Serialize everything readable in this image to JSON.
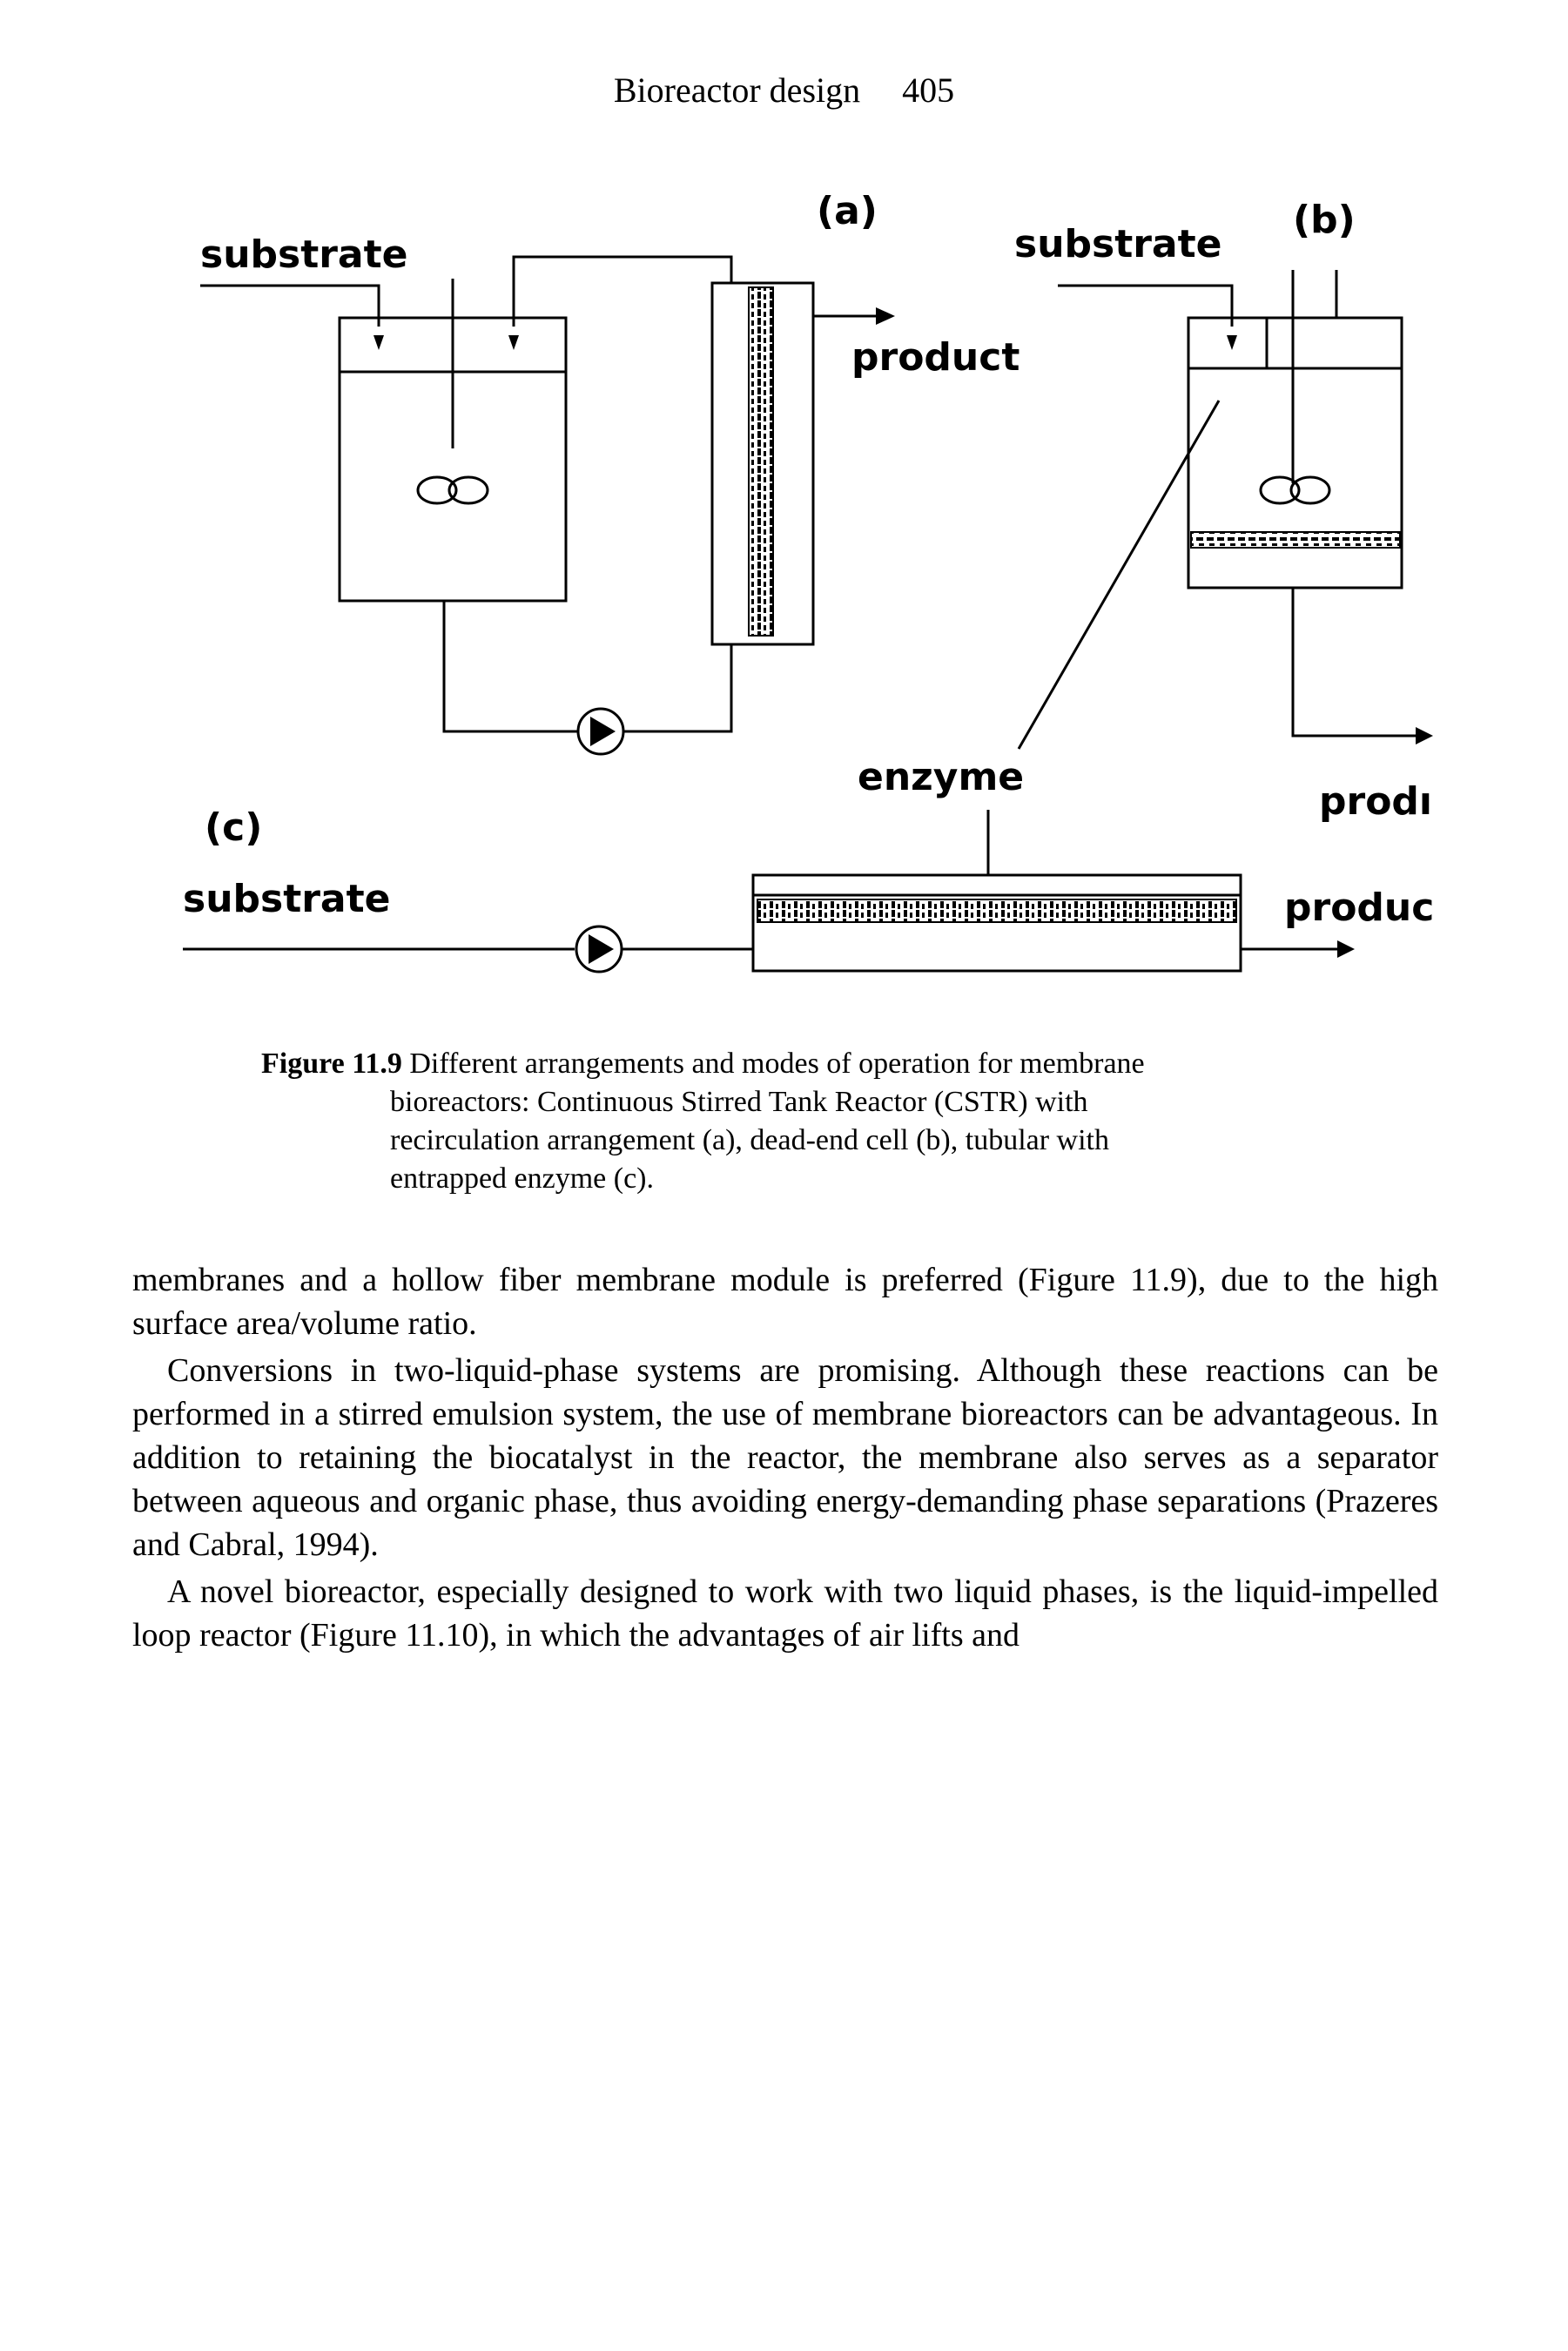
{
  "header": {
    "running_title": "Bioreactor design",
    "page_number": "405"
  },
  "figure": {
    "labels": {
      "a_substrate": "substrate",
      "a_tag": "(a)",
      "a_product": "product",
      "b_substrate": "substrate",
      "b_tag": "(b)",
      "b_product": "prodı",
      "c_tag": "(c)",
      "c_substrate": "substrate",
      "c_enzyme": "enzyme",
      "c_product": "produc"
    }
  },
  "caption": {
    "label": "Figure 11.9",
    "line1": "Different arrangements and modes of operation for membrane",
    "line2": "bioreactors: Continuous Stirred Tank Reactor (CSTR) with",
    "line3": "recirculation arrangement (a), dead-end cell (b), tubular with",
    "line4": "entrapped enzyme (c)."
  },
  "body": {
    "paragraphs": [
      "membranes and a hollow fiber membrane module is preferred (Figure 11.9), due to the high surface area/volume ratio.",
      "Conversions in two-liquid-phase systems are promising. Although these reactions can be performed in a stirred emulsion system, the use of membrane bioreactors can be advantageous. In addition to retaining the biocatalyst in the reactor, the membrane also serves as a separator between aqueous and organic phase, thus avoiding energy-demanding phase separations (Prazeres and Cabral, 1994).",
      "A novel bioreactor, especially designed to work with two liquid phases, is the liquid-impelled loop reactor (Figure 11.10), in which the advantages of air lifts and"
    ]
  }
}
